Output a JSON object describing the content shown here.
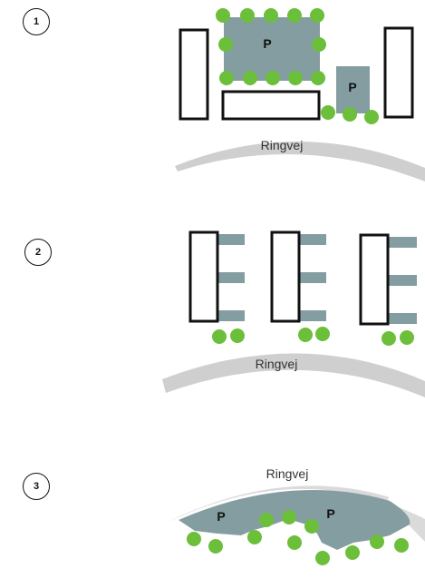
{
  "scenarios": [
    {
      "number": "1",
      "road_label": "Ringvej",
      "parking_labels": [
        "P",
        "P"
      ]
    },
    {
      "number": "2",
      "road_label": "Ringvej"
    },
    {
      "number": "3",
      "road_label": "Ringvej",
      "parking_labels": [
        "P",
        "P"
      ]
    }
  ],
  "colors": {
    "parking": "#849da1",
    "tree": "#6cbf3a",
    "road": "#cfcfcf",
    "building_stroke": "#111111",
    "building_fill": "#ffffff"
  }
}
